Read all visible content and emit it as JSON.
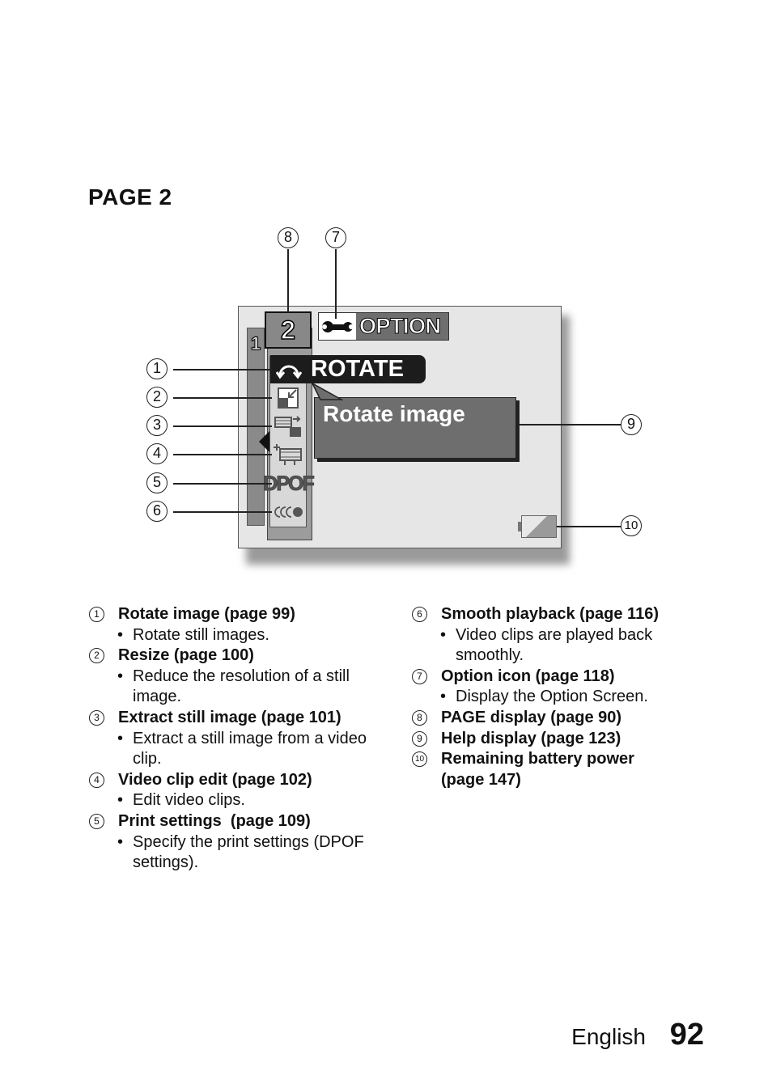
{
  "heading": "PAGE 2",
  "screen": {
    "page_tab_1": "1",
    "page_tab_2": "2",
    "option_label": "OPTION",
    "rotate_label": "ROTATE",
    "help_text": "Rotate image",
    "dpof_icon_text": "DPOF",
    "icons": [
      "rotate-icon",
      "resize-icon",
      "extract-still-icon",
      "video-edit-icon",
      "dpof-icon",
      "smooth-playback-icon",
      "wrench-icon",
      "battery-icon"
    ]
  },
  "callouts": [
    "1",
    "2",
    "3",
    "4",
    "5",
    "6",
    "7",
    "8",
    "9",
    "10"
  ],
  "items_left": [
    {
      "num": "1",
      "title": "Rotate image (page 99)",
      "bullets": [
        "Rotate still images."
      ]
    },
    {
      "num": "2",
      "title": "Resize (page 100)",
      "bullets": [
        "Reduce the resolution of a still image."
      ]
    },
    {
      "num": "3",
      "title": "Extract still image (page 101)",
      "bullets": [
        "Extract a still image from a video clip."
      ]
    },
    {
      "num": "4",
      "title": "Video clip edit (page 102)",
      "bullets": [
        "Edit video clips."
      ]
    },
    {
      "num": "5",
      "title": "Print settings  (page 109)",
      "bullets": [
        "Specify the print settings (DPOF settings)."
      ]
    }
  ],
  "items_right": [
    {
      "num": "6",
      "title": "Smooth playback (page 116)",
      "bullets": [
        "Video clips are played back smoothly."
      ]
    },
    {
      "num": "7",
      "title": "Option icon (page 118)",
      "bullets": [
        "Display the Option Screen."
      ]
    },
    {
      "num": "8",
      "title": "PAGE display (page 90)",
      "bullets": []
    },
    {
      "num": "9",
      "title": "Help display (page 123)",
      "bullets": []
    },
    {
      "num": "10",
      "title": "Remaining battery power (page 147)",
      "bullets": []
    }
  ],
  "footer": {
    "language": "English",
    "page_number": "92"
  }
}
